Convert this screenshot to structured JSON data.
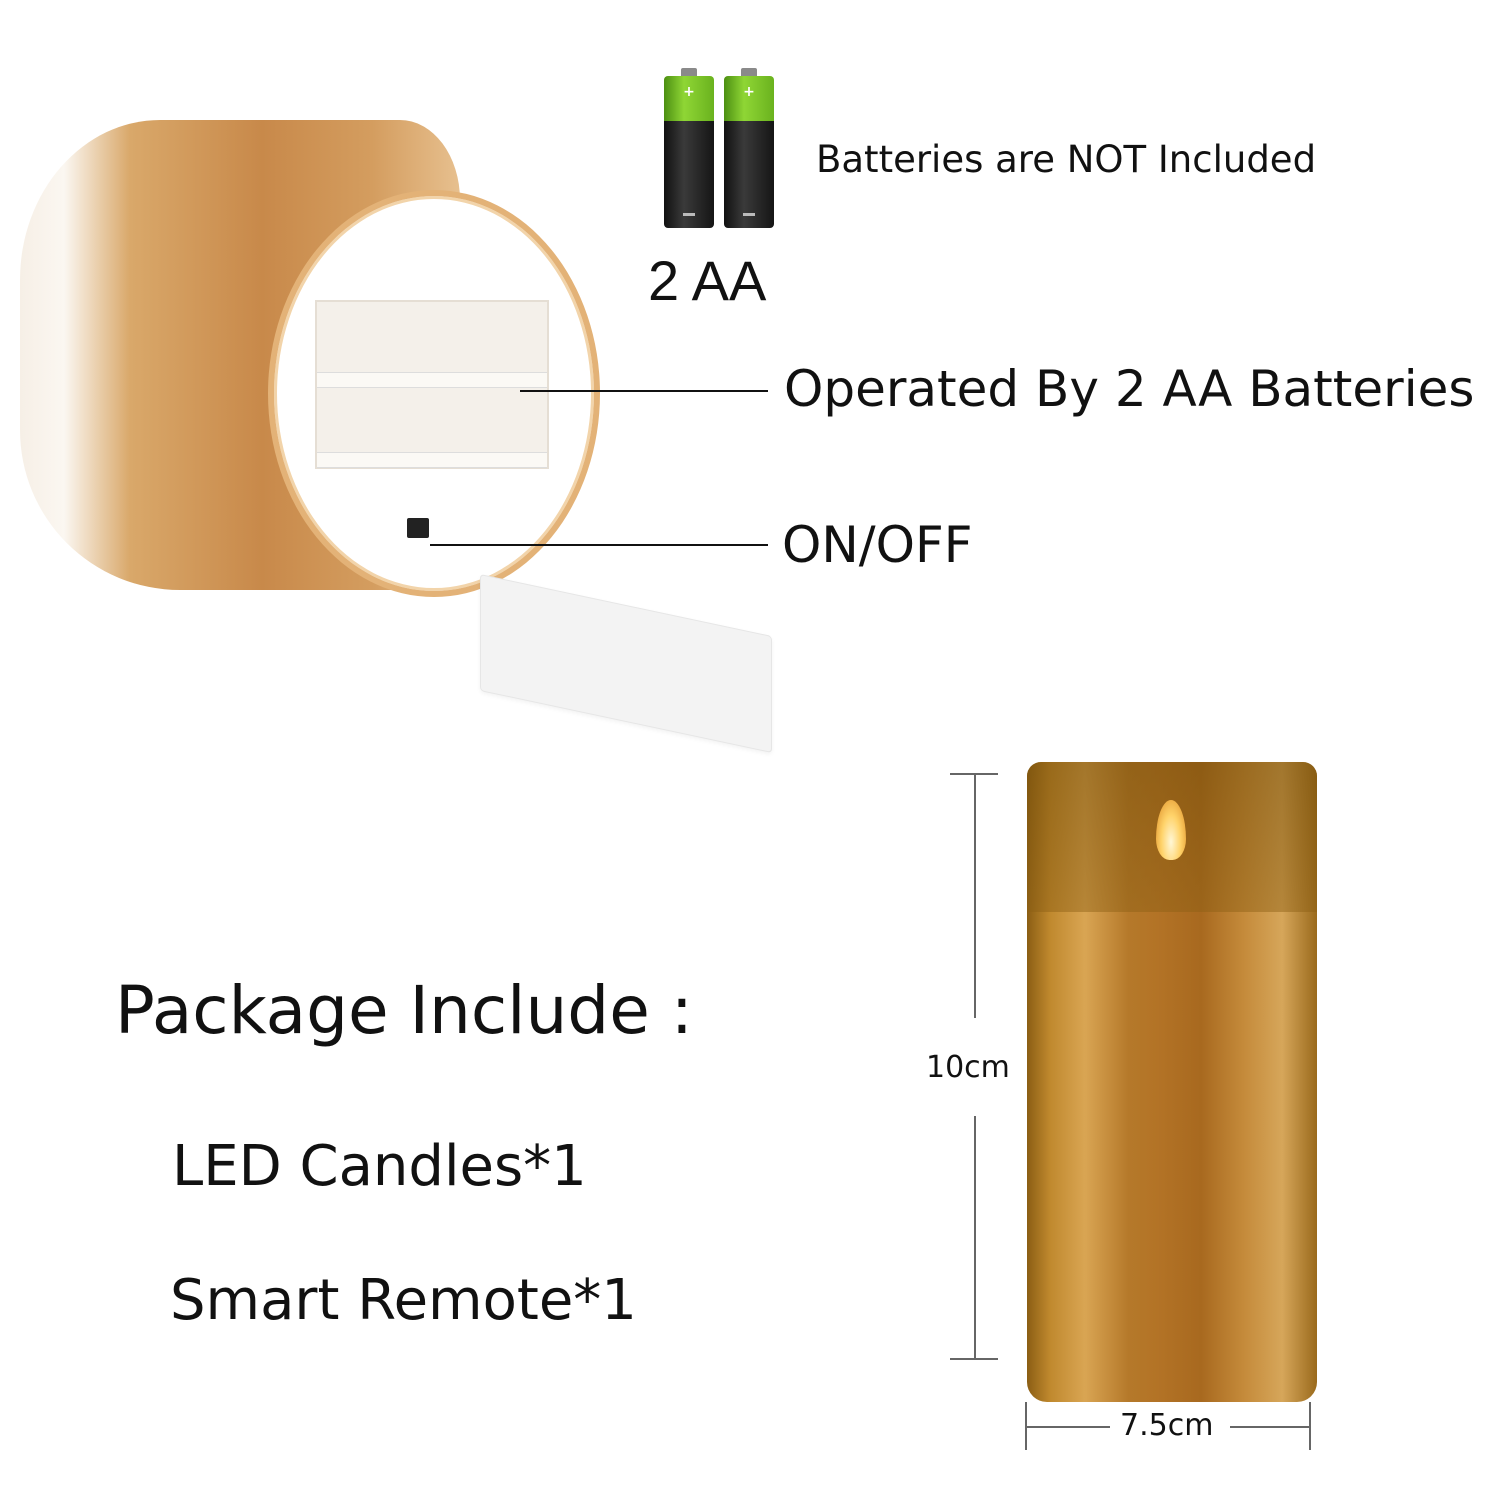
{
  "battery_info": {
    "icon_count": 2,
    "battery_label": "2 AA",
    "not_included_text": "Batteries are NOT Included",
    "plus_symbol": "+",
    "colors": {
      "battery_top": "#8fd635",
      "battery_body": "#1a1a1a"
    }
  },
  "callouts": {
    "operated_by": "Operated By 2 AA Batteries",
    "on_off": "ON/OFF"
  },
  "package": {
    "title": "Package Include :",
    "items": [
      {
        "label": "LED Candles*1"
      },
      {
        "label": "Smart Remote*1"
      }
    ]
  },
  "dimensions": {
    "height": "10cm",
    "width": "7.5cm"
  },
  "colors": {
    "candle_gold": "#c0892e",
    "text": "#111111",
    "dimension_lines": "#666666"
  }
}
